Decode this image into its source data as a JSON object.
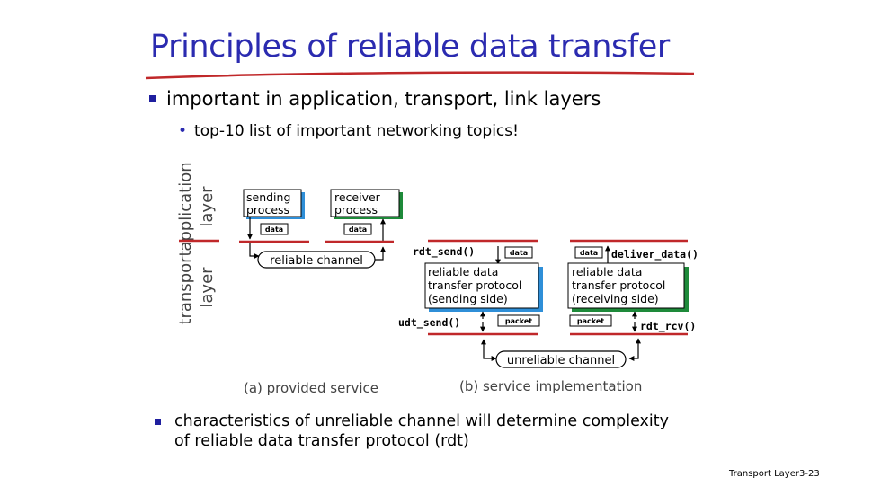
{
  "title": "Principles of reliable data transfer",
  "bullets": {
    "main": "important in application, transport, link layers",
    "sub": "top-10 list of important networking topics!",
    "bottom": "characteristics of unreliable channel will determine complexity of reliable data transfer protocol (rdt)"
  },
  "layers": {
    "application_1": "application",
    "application_2": "layer",
    "transport_1": "transport",
    "transport_2": "layer"
  },
  "diagram_a": {
    "sending_1": "sending",
    "sending_2": "process",
    "receiver_1": "receiver",
    "receiver_2": "process",
    "data": "data",
    "channel": "reliable channel",
    "caption": "(a)  provided service"
  },
  "diagram_b": {
    "rdt_send": "rdt_send()",
    "deliver_data": "deliver_data()",
    "udt_send": "udt_send()",
    "rdt_rcv": "rdt_rcv()",
    "data": "data",
    "packet": "packet",
    "send_box_1": "reliable data",
    "send_box_2": "transfer protocol",
    "send_box_3": "(sending side)",
    "recv_box_1": "reliable data",
    "recv_box_2": "transfer protocol",
    "recv_box_3": "(receiving side)",
    "channel": "unreliable channel",
    "caption": "(b) service implementation"
  },
  "footer": {
    "label": "Transport Layer",
    "page": "3-23"
  },
  "colors": {
    "title": "#2b2bb0",
    "underline": "#c0282a",
    "sender_accent": "#2f8fd8",
    "receiver_accent": "#1e8a3a",
    "layer_line": "#c0282a"
  }
}
